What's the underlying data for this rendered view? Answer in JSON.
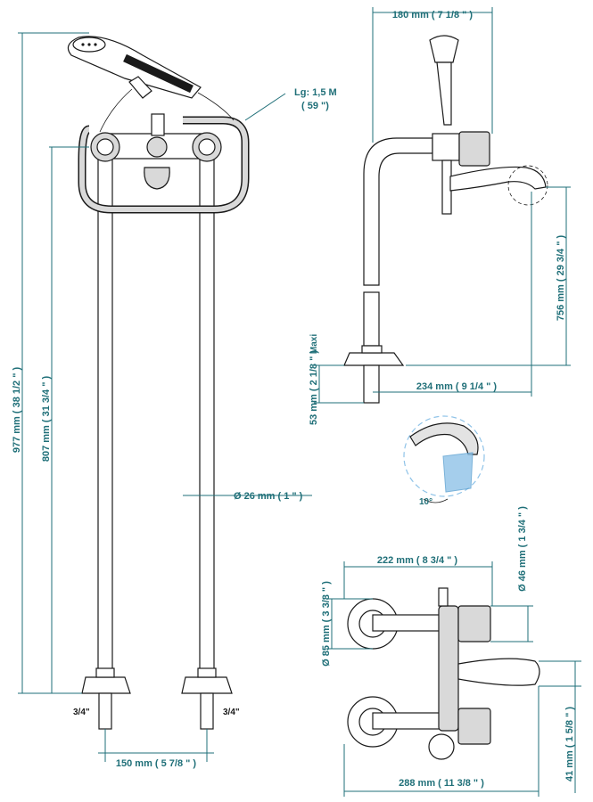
{
  "dimensions": {
    "total_height": "977 mm ( 38 1/2 \" )",
    "column_height": "807 mm ( 31 3/4 \" )",
    "pipe_diameter": "Ø 26 mm ( 1 \" )",
    "spacing_bottom": "150 mm ( 5 7/8 \" )",
    "hose_length_line1": "Lg: 1,5 M",
    "hose_length_line2": "( 59 \")",
    "width_top": "180 mm ( 7 1/8 \" )",
    "spout_height": "756 mm ( 29 3/4 \" )",
    "spout_reach": "234 mm ( 9 1/4 \" )",
    "max_depth": "53 mm ( 2 1/8 \" )",
    "max_label": "Maxi",
    "angle": "10°",
    "plan_width": "222 mm ( 8 3/4 \" )",
    "handle_diameter": "Ø 46 mm ( 1 3/4 \" )",
    "rosette_diameter": "Ø 85 mm ( 3 3/8 \" )",
    "plan_total": "288 mm ( 11 3/8 \" )",
    "spout_offset": "41 mm ( 1 5/8 \" )"
  },
  "thread_labels": {
    "left": "3/4\"",
    "right": "3/4\""
  },
  "colors": {
    "dimension": "#1f6f78",
    "outline": "#1a1a1a",
    "detail_highlight": "#8fc3e8"
  }
}
